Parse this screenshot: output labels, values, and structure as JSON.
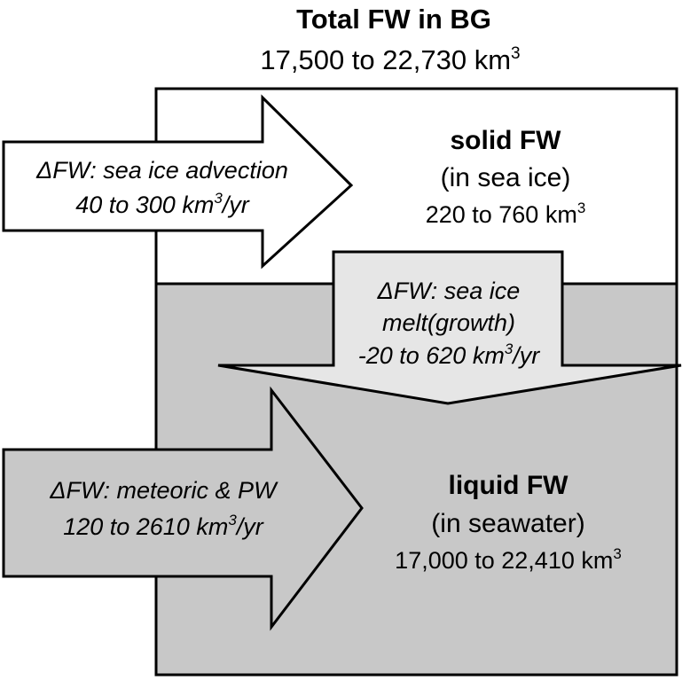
{
  "total": {
    "title": "Total FW in BG",
    "range": "17,500 to 22,730 km",
    "unit_sup": "3"
  },
  "solid": {
    "title": "solid FW",
    "subtitle": "(in sea ice)",
    "range": "220 to 760 km",
    "unit_sup": "3"
  },
  "liquid": {
    "title": "liquid FW",
    "subtitle": "(in seawater)",
    "range": "17,000 to 22,410 km",
    "unit_sup": "3"
  },
  "advection": {
    "label": "ΔFW: sea ice advection",
    "range": "40 to 300 km",
    "unit_sup": "3",
    "unit_tail": "/yr"
  },
  "melt": {
    "label_line1": "ΔFW: sea ice",
    "label_line2": "melt(growth)",
    "range": "-20 to 620 km",
    "unit_sup": "3",
    "unit_tail": "/yr"
  },
  "meteoric": {
    "label": "ΔFW: meteoric & PW",
    "range": "120 to 2610 km",
    "unit_sup": "3",
    "unit_tail": "/yr"
  },
  "colors": {
    "solid_fill": "#ffffff",
    "liquid_fill": "#c8c8c8",
    "melt_arrow_fill": "#e6e6e6",
    "advection_arrow_fill": "#ffffff",
    "meteoric_arrow_fill": "#c8c8c8",
    "stroke": "#000000"
  }
}
